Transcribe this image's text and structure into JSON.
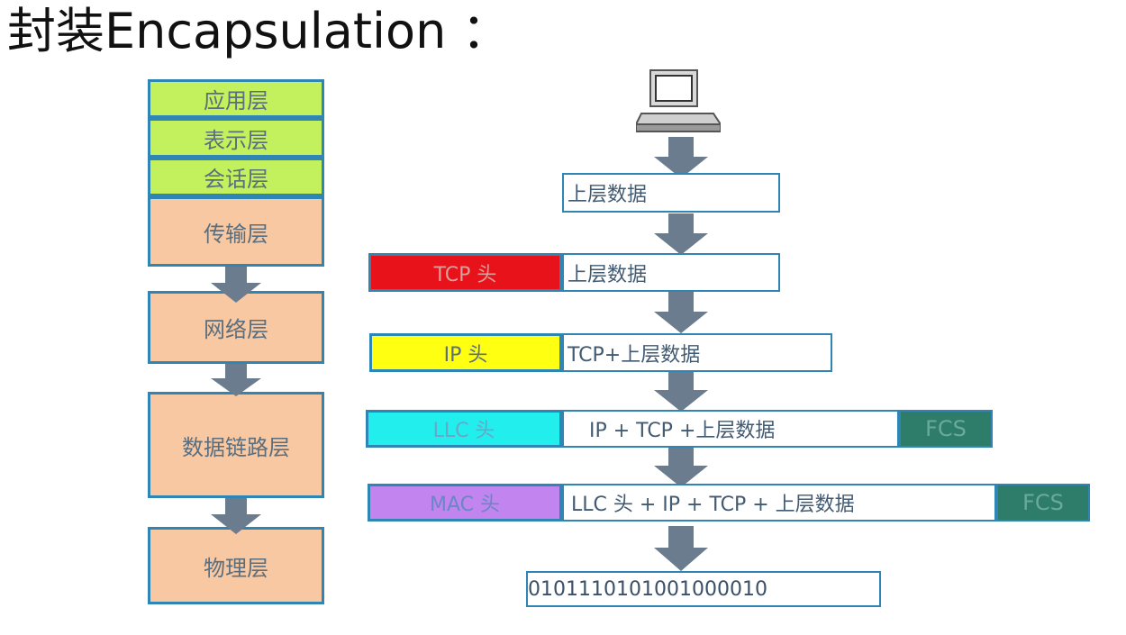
{
  "title": "封装Encapsulation ：",
  "layers": [
    {
      "label": "应用层"
    },
    {
      "label": "表示层"
    },
    {
      "label": "会话层"
    },
    {
      "label": "传输层"
    },
    {
      "label": "网络层"
    },
    {
      "label": "数据链路层"
    },
    {
      "label": "物理层"
    }
  ],
  "rows": {
    "upper": {
      "data": "上层数据"
    },
    "tcp": {
      "header": "TCP 头",
      "data": "上层数据"
    },
    "ip": {
      "header": "IP 头",
      "data": "TCP+上层数据"
    },
    "llc": {
      "header": "LLC 头",
      "data": "IP + TCP +上层数据",
      "trailer": "FCS"
    },
    "mac": {
      "header": "MAC 头",
      "data": "LLC 头 + IP + TCP + 上层数据",
      "trailer": "FCS"
    },
    "bits": {
      "data": "010111010100100001​0"
    }
  },
  "colors": {
    "layer_top": "#c3f05d",
    "layer_bottom": "#f8c8a3",
    "tcp_header": "#e8131a",
    "ip_header": "#ffff11",
    "llc_header": "#22eeee",
    "mac_header": "#c285f0",
    "fcs": "#2e7d6b",
    "border": "#2f86b4",
    "arrow": "#6a7c8e"
  },
  "icons": {
    "computer": "computer-icon",
    "arrow": "down-arrow-icon"
  }
}
